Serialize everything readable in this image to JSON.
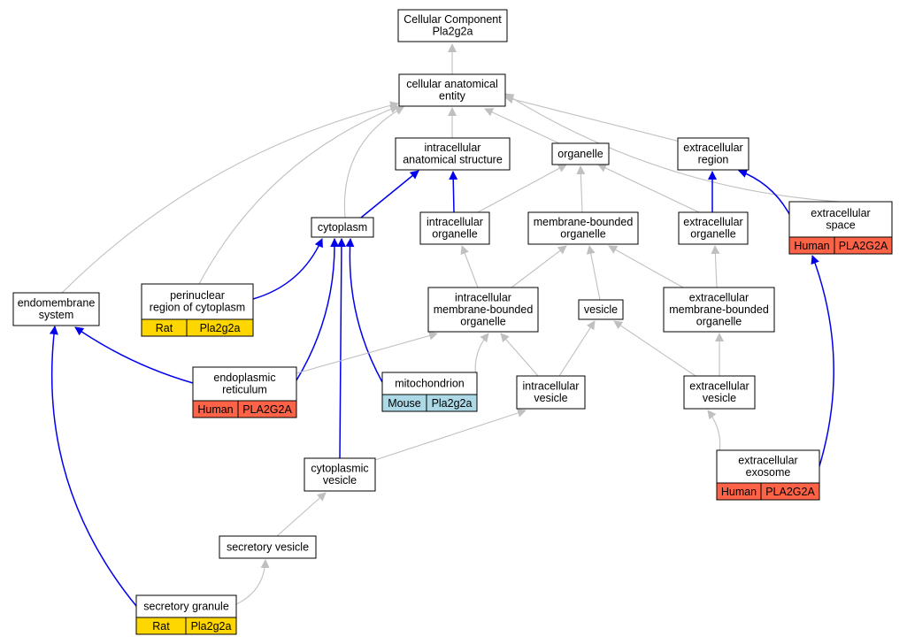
{
  "colors": {
    "node_fill": "#ffffff",
    "node_border": "#000000",
    "is_a_edge": "#c0c0c0",
    "part_of_edge": "#0000ee",
    "rat": "#ffd700",
    "mouse": "#add8e6",
    "human": "#ff6347"
  },
  "nodes": [
    {
      "id": "root",
      "lines": [
        "Cellular Component",
        "Pla2g2a"
      ],
      "annotations": []
    },
    {
      "id": "cae",
      "lines": [
        "cellular anatomical",
        "entity"
      ],
      "annotations": []
    },
    {
      "id": "ias",
      "lines": [
        "intracellular",
        "anatomical structure"
      ],
      "annotations": []
    },
    {
      "id": "organelle",
      "lines": [
        "organelle"
      ],
      "annotations": []
    },
    {
      "id": "ecregion",
      "lines": [
        "extracellular",
        "region"
      ],
      "annotations": []
    },
    {
      "id": "ecspace",
      "lines": [
        "extracellular",
        "space"
      ],
      "annotations": [
        {
          "species": "Human",
          "gene": "PLA2G2A",
          "color": "human"
        }
      ]
    },
    {
      "id": "cytoplasm",
      "lines": [
        "cytoplasm"
      ],
      "annotations": []
    },
    {
      "id": "icorg",
      "lines": [
        "intracellular",
        "organelle"
      ],
      "annotations": []
    },
    {
      "id": "mbo",
      "lines": [
        "membrane-bounded",
        "organelle"
      ],
      "annotations": []
    },
    {
      "id": "ecorg",
      "lines": [
        "extracellular",
        "organelle"
      ],
      "annotations": []
    },
    {
      "id": "endomem",
      "lines": [
        "endomembrane",
        "system"
      ],
      "annotations": []
    },
    {
      "id": "perinuc",
      "lines": [
        "perinuclear",
        "region of cytoplasm"
      ],
      "annotations": [
        {
          "species": "Rat",
          "gene": "Pla2g2a",
          "color": "rat"
        }
      ]
    },
    {
      "id": "imbo",
      "lines": [
        "intracellular",
        "membrane-bounded",
        "organelle"
      ],
      "annotations": []
    },
    {
      "id": "vesicle",
      "lines": [
        "vesicle"
      ],
      "annotations": []
    },
    {
      "id": "embo",
      "lines": [
        "extracellular",
        "membrane-bounded",
        "organelle"
      ],
      "annotations": []
    },
    {
      "id": "er",
      "lines": [
        "endoplasmic",
        "reticulum"
      ],
      "annotations": [
        {
          "species": "Human",
          "gene": "PLA2G2A",
          "color": "human"
        }
      ]
    },
    {
      "id": "mito",
      "lines": [
        "mitochondrion"
      ],
      "annotations": [
        {
          "species": "Mouse",
          "gene": "Pla2g2a",
          "color": "mouse"
        }
      ]
    },
    {
      "id": "icves",
      "lines": [
        "intracellular",
        "vesicle"
      ],
      "annotations": []
    },
    {
      "id": "ecves",
      "lines": [
        "extracellular",
        "vesicle"
      ],
      "annotations": []
    },
    {
      "id": "exosome",
      "lines": [
        "extracellular",
        "exosome"
      ],
      "annotations": [
        {
          "species": "Human",
          "gene": "PLA2G2A",
          "color": "human"
        }
      ]
    },
    {
      "id": "cytves",
      "lines": [
        "cytoplasmic",
        "vesicle"
      ],
      "annotations": []
    },
    {
      "id": "secves",
      "lines": [
        "secretory vesicle"
      ],
      "annotations": []
    },
    {
      "id": "secgran",
      "lines": [
        "secretory granule"
      ],
      "annotations": [
        {
          "species": "Rat",
          "gene": "Pla2g2a",
          "color": "rat"
        }
      ]
    }
  ],
  "edges": [
    {
      "from": "cae",
      "to": "root",
      "type": "is_a"
    },
    {
      "from": "ias",
      "to": "cae",
      "type": "is_a"
    },
    {
      "from": "organelle",
      "to": "cae",
      "type": "is_a"
    },
    {
      "from": "ecregion",
      "to": "cae",
      "type": "is_a"
    },
    {
      "from": "ecspace",
      "to": "cae",
      "type": "is_a"
    },
    {
      "from": "cytoplasm",
      "to": "cae",
      "type": "is_a"
    },
    {
      "from": "endomem",
      "to": "cae",
      "type": "is_a"
    },
    {
      "from": "perinuc",
      "to": "cae",
      "type": "is_a"
    },
    {
      "from": "cytoplasm",
      "to": "ias",
      "type": "part_of"
    },
    {
      "from": "icorg",
      "to": "ias",
      "type": "part_of"
    },
    {
      "from": "icorg",
      "to": "organelle",
      "type": "is_a"
    },
    {
      "from": "mbo",
      "to": "organelle",
      "type": "is_a"
    },
    {
      "from": "ecorg",
      "to": "organelle",
      "type": "is_a"
    },
    {
      "from": "ecorg",
      "to": "ecregion",
      "type": "part_of"
    },
    {
      "from": "ecspace",
      "to": "ecregion",
      "type": "part_of"
    },
    {
      "from": "perinuc",
      "to": "cytoplasm",
      "type": "part_of"
    },
    {
      "from": "er",
      "to": "cytoplasm",
      "type": "part_of"
    },
    {
      "from": "mito",
      "to": "cytoplasm",
      "type": "part_of"
    },
    {
      "from": "cytves",
      "to": "cytoplasm",
      "type": "part_of"
    },
    {
      "from": "er",
      "to": "endomem",
      "type": "part_of"
    },
    {
      "from": "secgran",
      "to": "endomem",
      "type": "part_of"
    },
    {
      "from": "imbo",
      "to": "icorg",
      "type": "is_a"
    },
    {
      "from": "imbo",
      "to": "mbo",
      "type": "is_a"
    },
    {
      "from": "vesicle",
      "to": "mbo",
      "type": "is_a"
    },
    {
      "from": "embo",
      "to": "mbo",
      "type": "is_a"
    },
    {
      "from": "embo",
      "to": "ecorg",
      "type": "is_a"
    },
    {
      "from": "er",
      "to": "imbo",
      "type": "is_a"
    },
    {
      "from": "mito",
      "to": "imbo",
      "type": "is_a"
    },
    {
      "from": "icves",
      "to": "imbo",
      "type": "is_a"
    },
    {
      "from": "icves",
      "to": "vesicle",
      "type": "is_a"
    },
    {
      "from": "ecves",
      "to": "vesicle",
      "type": "is_a"
    },
    {
      "from": "ecves",
      "to": "embo",
      "type": "is_a"
    },
    {
      "from": "exosome",
      "to": "ecves",
      "type": "is_a"
    },
    {
      "from": "exosome",
      "to": "ecspace",
      "type": "part_of"
    },
    {
      "from": "cytves",
      "to": "icves",
      "type": "is_a"
    },
    {
      "from": "secves",
      "to": "cytves",
      "type": "is_a"
    },
    {
      "from": "secgran",
      "to": "secves",
      "type": "is_a"
    }
  ]
}
